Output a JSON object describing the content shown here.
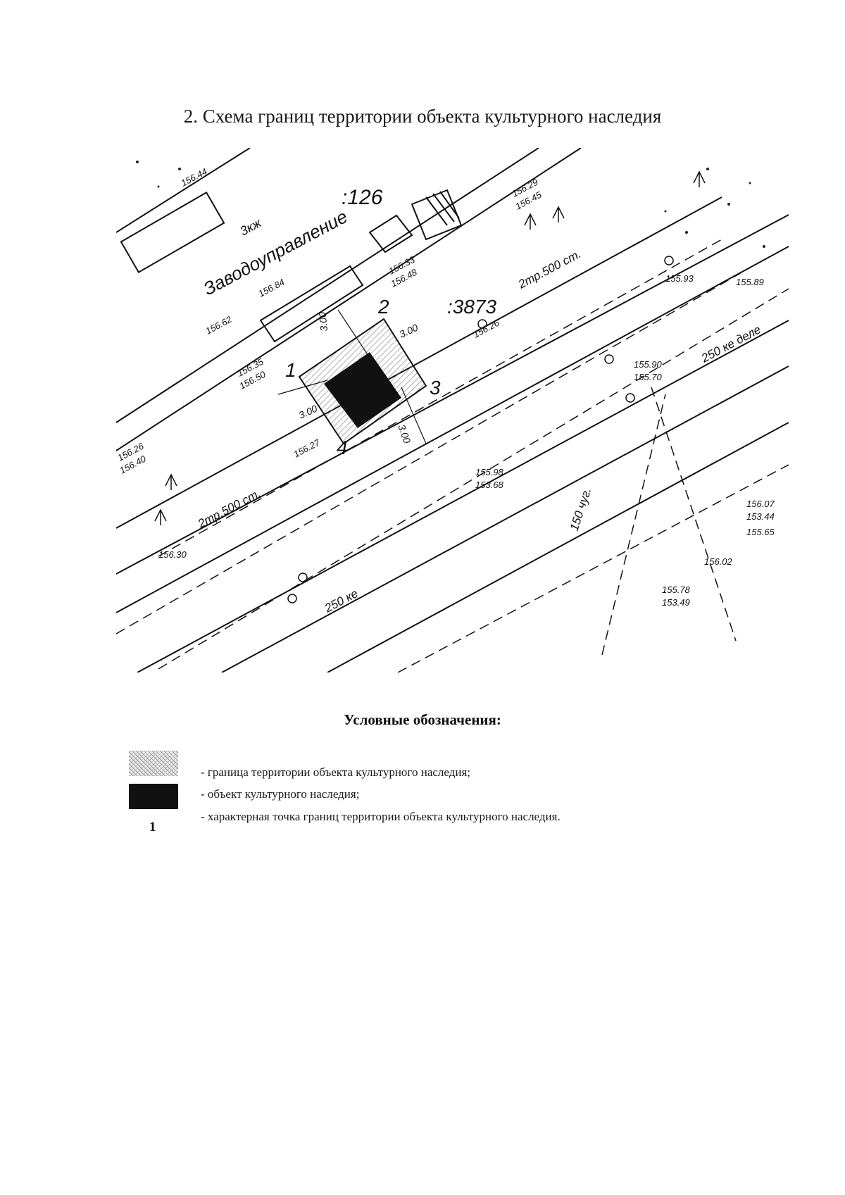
{
  "page": {
    "title": "2. Схема границ территории объекта культурного наследия"
  },
  "map": {
    "cadastral_labels": [
      ":126",
      ":3873"
    ],
    "building_label": "Заводоуправление",
    "floors_label": "3кж",
    "point_labels": [
      "1",
      "2",
      "3",
      "4"
    ],
    "offset_labels": [
      "3.00",
      "3.00",
      "3.00",
      "3.00"
    ],
    "elevations": [
      "156.29",
      "156.45",
      "156.33",
      "156.48",
      "156.35",
      "156.50",
      "156.26",
      "156.40",
      "156.27",
      "156.26",
      "155.90",
      "155.70",
      "155.98",
      "153.68",
      "156.07",
      "153.44",
      "155.65",
      "156.02",
      "155.78",
      "153.49",
      "156.84",
      "156.62",
      "156.30",
      "155.93",
      "155.89",
      "156.44"
    ],
    "pipe_labels": [
      "2тр.500 ст.",
      "2тр.500 ст.",
      "150 чуг.",
      "250 ке",
      "250 ке деле"
    ]
  },
  "legend": {
    "title": "Условные обозначения:",
    "items": [
      {
        "swatch": "hatch",
        "text": "- граница территории объекта культурного наследия;"
      },
      {
        "swatch": "black",
        "text": "- объект культурного наследия;"
      },
      {
        "swatch": "number",
        "label": "1",
        "text": "- характерная точка границ территории объекта культурного наследия."
      }
    ]
  },
  "colors": {
    "ink": "#111111",
    "hatch": "#999999",
    "paper": "#ffffff"
  }
}
